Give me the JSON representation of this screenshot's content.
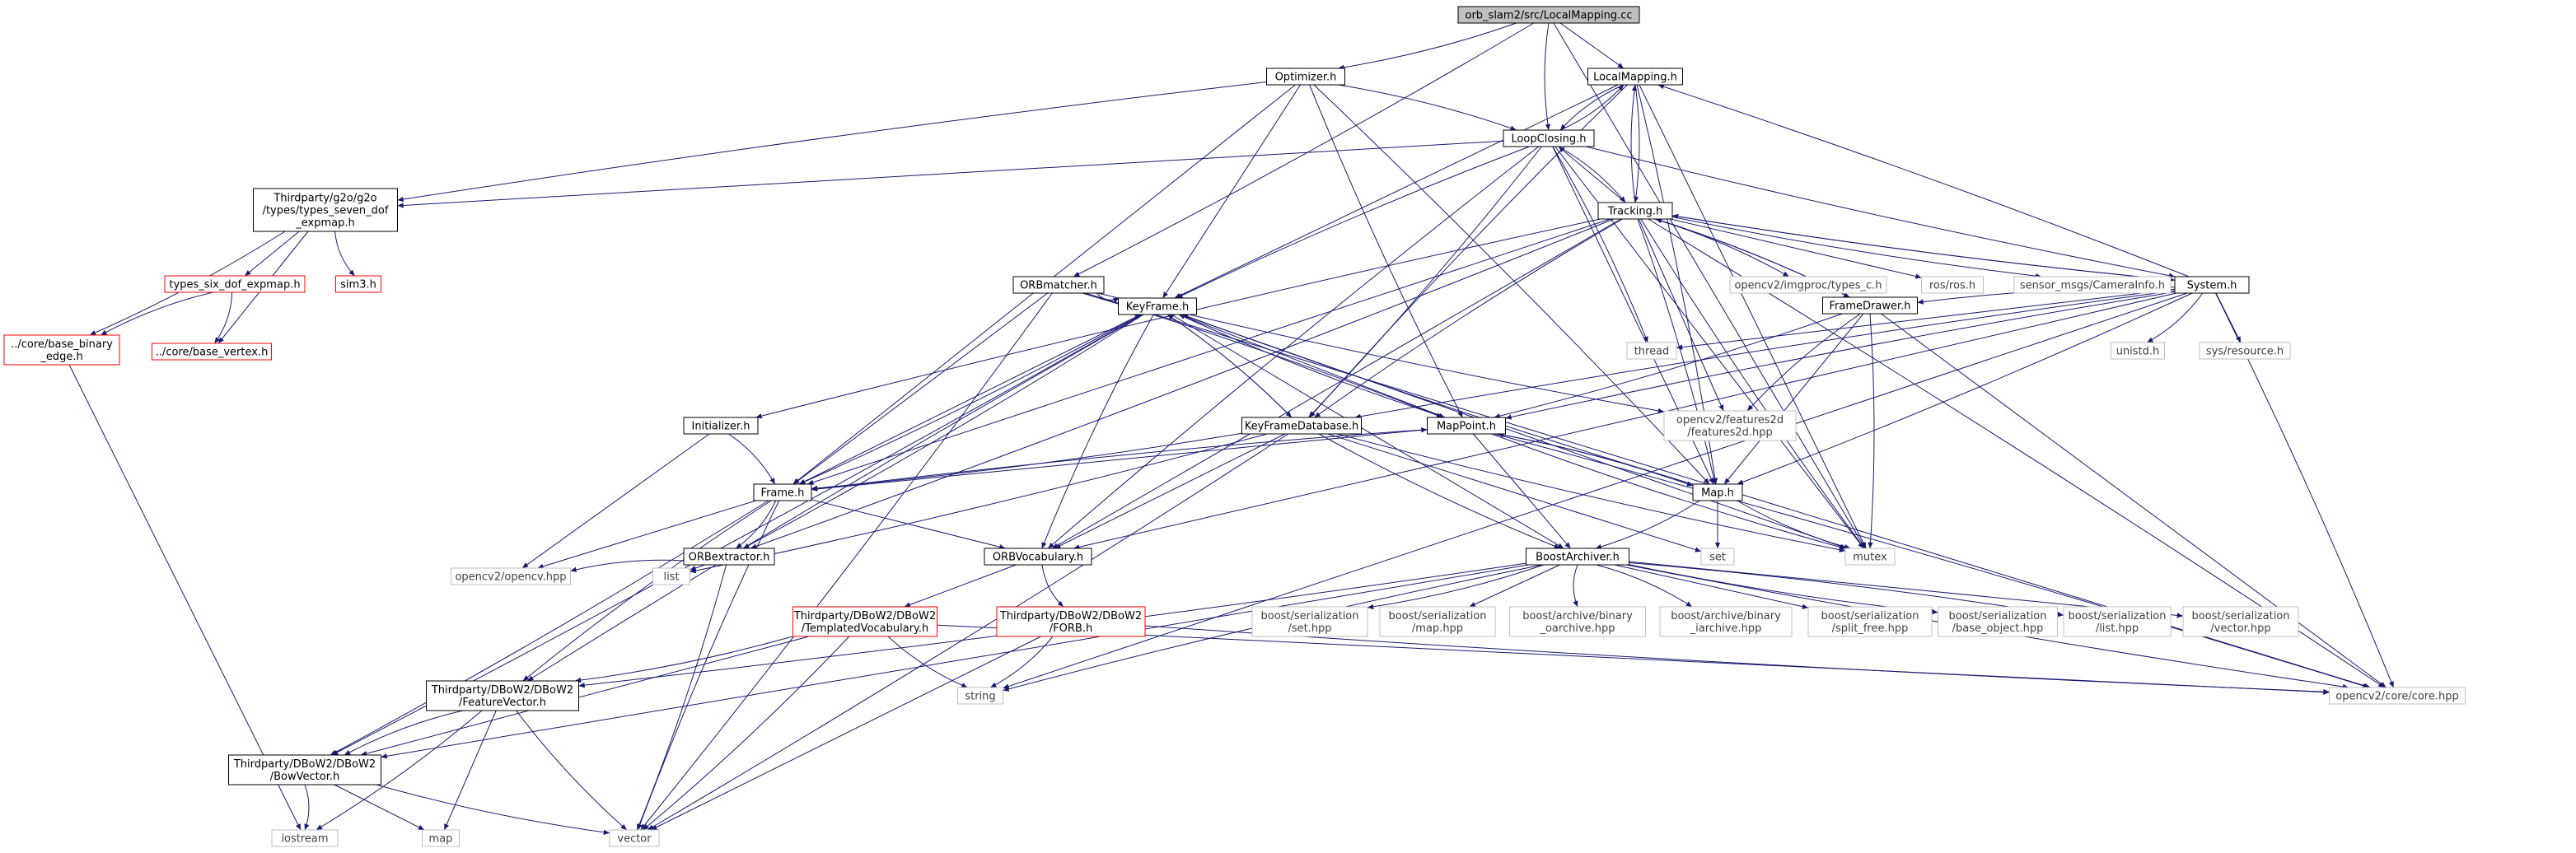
{
  "colors": {
    "root_fill": "#bfbfbf",
    "box_stroke": "#000000",
    "missing_stroke": "#ff0000",
    "system_stroke": "#bfbfbf",
    "system_text": "#404040",
    "edge": "#191970"
  },
  "nodes": {
    "root": {
      "lines": [
        "orb_slam2/src/LocalMapping.cc"
      ],
      "kind": "root"
    },
    "optimizer": {
      "lines": [
        "Optimizer.h"
      ],
      "kind": "local"
    },
    "localmapping": {
      "lines": [
        "LocalMapping.h"
      ],
      "kind": "local"
    },
    "loopclosing": {
      "lines": [
        "LoopClosing.h"
      ],
      "kind": "local"
    },
    "g2o": {
      "lines": [
        "Thirdparty/g2o/g2o",
        "/types/types_seven_dof",
        "_expmap.h"
      ],
      "kind": "local"
    },
    "tracking": {
      "lines": [
        "Tracking.h"
      ],
      "kind": "local"
    },
    "sixdof": {
      "lines": [
        "types_six_dof_expmap.h"
      ],
      "kind": "missing"
    },
    "sim3": {
      "lines": [
        "sim3.h"
      ],
      "kind": "missing"
    },
    "binedge": {
      "lines": [
        "../core/base_binary",
        "_edge.h"
      ],
      "kind": "missing"
    },
    "basevertex": {
      "lines": [
        "../core/base_vertex.h"
      ],
      "kind": "missing"
    },
    "orbmatcher": {
      "lines": [
        "ORBmatcher.h"
      ],
      "kind": "local"
    },
    "system": {
      "lines": [
        "System.h"
      ],
      "kind": "local"
    },
    "imgproc": {
      "lines": [
        "opencv2/imgproc/types_c.h"
      ],
      "kind": "system"
    },
    "rosh": {
      "lines": [
        "ros/ros.h"
      ],
      "kind": "system"
    },
    "caminfo": {
      "lines": [
        "sensor_msgs/CameraInfo.h"
      ],
      "kind": "system"
    },
    "thread": {
      "lines": [
        "thread"
      ],
      "kind": "system"
    },
    "framedrawer": {
      "lines": [
        "FrameDrawer.h"
      ],
      "kind": "local"
    },
    "unistd": {
      "lines": [
        "unistd.h"
      ],
      "kind": "system"
    },
    "resource": {
      "lines": [
        "sys/resource.h"
      ],
      "kind": "system"
    },
    "keyframe": {
      "lines": [
        "KeyFrame.h"
      ],
      "kind": "local"
    },
    "features2d": {
      "lines": [
        "opencv2/features2d",
        "/features2d.hpp"
      ],
      "kind": "system"
    },
    "initializer": {
      "lines": [
        "Initializer.h"
      ],
      "kind": "local"
    },
    "kfdb": {
      "lines": [
        "KeyFrameDatabase.h"
      ],
      "kind": "local"
    },
    "mappoint": {
      "lines": [
        "MapPoint.h"
      ],
      "kind": "local"
    },
    "frame": {
      "lines": [
        "Frame.h"
      ],
      "kind": "local"
    },
    "maph": {
      "lines": [
        "Map.h"
      ],
      "kind": "local"
    },
    "orbextractor": {
      "lines": [
        "ORBextractor.h"
      ],
      "kind": "local"
    },
    "orbvocab": {
      "lines": [
        "ORBVocabulary.h"
      ],
      "kind": "local"
    },
    "boostarch": {
      "lines": [
        "BoostArchiver.h"
      ],
      "kind": "local"
    },
    "set": {
      "lines": [
        "set"
      ],
      "kind": "system"
    },
    "mutex": {
      "lines": [
        "mutex"
      ],
      "kind": "system"
    },
    "opencvhpp": {
      "lines": [
        "opencv2/opencv.hpp"
      ],
      "kind": "system"
    },
    "list": {
      "lines": [
        "list"
      ],
      "kind": "system"
    },
    "templvocab": {
      "lines": [
        "Thirdparty/DBoW2/DBoW2",
        "/TemplatedVocabulary.h"
      ],
      "kind": "missing"
    },
    "forb": {
      "lines": [
        "Thirdparty/DBoW2/DBoW2",
        "/FORB.h"
      ],
      "kind": "missing"
    },
    "bs_set": {
      "lines": [
        "boost/serialization",
        "/set.hpp"
      ],
      "kind": "system"
    },
    "bs_map": {
      "lines": [
        "boost/serialization",
        "/map.hpp"
      ],
      "kind": "system"
    },
    "ba_bin_o": {
      "lines": [
        "boost/archive/binary",
        "_oarchive.hpp"
      ],
      "kind": "system"
    },
    "ba_bin_i": {
      "lines": [
        "boost/archive/binary",
        "_iarchive.hpp"
      ],
      "kind": "system"
    },
    "bs_split": {
      "lines": [
        "boost/serialization",
        "/split_free.hpp"
      ],
      "kind": "system"
    },
    "bs_base": {
      "lines": [
        "boost/serialization",
        "/base_object.hpp"
      ],
      "kind": "system"
    },
    "bs_list": {
      "lines": [
        "boost/serialization",
        "/list.hpp"
      ],
      "kind": "system"
    },
    "bs_vector": {
      "lines": [
        "boost/serialization",
        "/vector.hpp"
      ],
      "kind": "system"
    },
    "featvec": {
      "lines": [
        "Thirdparty/DBoW2/DBoW2",
        "/FeatureVector.h"
      ],
      "kind": "local"
    },
    "string": {
      "lines": [
        "string"
      ],
      "kind": "system"
    },
    "corehpp": {
      "lines": [
        "opencv2/core/core.hpp"
      ],
      "kind": "system"
    },
    "bowvec": {
      "lines": [
        "Thirdparty/DBoW2/DBoW2",
        "/BowVector.h"
      ],
      "kind": "local"
    },
    "iostream": {
      "lines": [
        "iostream"
      ],
      "kind": "system"
    },
    "map": {
      "lines": [
        "map"
      ],
      "kind": "system"
    },
    "vector": {
      "lines": [
        "vector"
      ],
      "kind": "system"
    }
  },
  "edges": [
    [
      "root",
      "optimizer"
    ],
    [
      "root",
      "localmapping"
    ],
    [
      "root",
      "loopclosing"
    ],
    [
      "root",
      "orbmatcher"
    ],
    [
      "root",
      "mutex"
    ],
    [
      "optimizer",
      "g2o"
    ],
    [
      "optimizer",
      "loopclosing"
    ],
    [
      "optimizer",
      "keyframe"
    ],
    [
      "optimizer",
      "mappoint"
    ],
    [
      "optimizer",
      "maph"
    ],
    [
      "optimizer",
      "frame"
    ],
    [
      "localmapping",
      "loopclosing"
    ],
    [
      "localmapping",
      "tracking"
    ],
    [
      "localmapping",
      "keyframe"
    ],
    [
      "localmapping",
      "kfdb"
    ],
    [
      "localmapping",
      "maph"
    ],
    [
      "localmapping",
      "mutex"
    ],
    [
      "loopclosing",
      "localmapping"
    ],
    [
      "loopclosing",
      "tracking"
    ],
    [
      "loopclosing",
      "g2o"
    ],
    [
      "loopclosing",
      "keyframe"
    ],
    [
      "loopclosing",
      "kfdb"
    ],
    [
      "loopclosing",
      "maph"
    ],
    [
      "loopclosing",
      "orbvocab"
    ],
    [
      "loopclosing",
      "thread"
    ],
    [
      "loopclosing",
      "mutex"
    ],
    [
      "loopclosing",
      "system"
    ],
    [
      "tracking",
      "localmapping"
    ],
    [
      "tracking",
      "loopclosing"
    ],
    [
      "tracking",
      "system"
    ],
    [
      "tracking",
      "imgproc"
    ],
    [
      "tracking",
      "rosh"
    ],
    [
      "tracking",
      "caminfo"
    ],
    [
      "tracking",
      "framedrawer"
    ],
    [
      "tracking",
      "frame"
    ],
    [
      "tracking",
      "initializer"
    ],
    [
      "tracking",
      "orbextractor"
    ],
    [
      "tracking",
      "orbvocab"
    ],
    [
      "tracking",
      "kfdb"
    ],
    [
      "tracking",
      "maph"
    ],
    [
      "tracking",
      "features2d"
    ],
    [
      "tracking",
      "mutex"
    ],
    [
      "tracking",
      "corehpp"
    ],
    [
      "g2o",
      "sixdof"
    ],
    [
      "g2o",
      "sim3"
    ],
    [
      "g2o",
      "binedge"
    ],
    [
      "g2o",
      "basevertex"
    ],
    [
      "sixdof",
      "binedge"
    ],
    [
      "sixdof",
      "basevertex"
    ],
    [
      "binedge",
      "iostream"
    ],
    [
      "system",
      "localmapping"
    ],
    [
      "system",
      "tracking"
    ],
    [
      "system",
      "thread"
    ],
    [
      "system",
      "framedrawer"
    ],
    [
      "system",
      "unistd"
    ],
    [
      "system",
      "resource"
    ],
    [
      "system",
      "kfdb"
    ],
    [
      "system",
      "maph"
    ],
    [
      "system",
      "orbvocab"
    ],
    [
      "system",
      "mappoint"
    ],
    [
      "system",
      "corehpp"
    ],
    [
      "system",
      "string"
    ],
    [
      "framedrawer",
      "tracking"
    ],
    [
      "framedrawer",
      "mappoint"
    ],
    [
      "framedrawer",
      "maph"
    ],
    [
      "framedrawer",
      "features2d"
    ],
    [
      "framedrawer",
      "mutex"
    ],
    [
      "framedrawer",
      "corehpp"
    ],
    [
      "orbmatcher",
      "keyframe"
    ],
    [
      "orbmatcher",
      "mappoint"
    ],
    [
      "orbmatcher",
      "frame"
    ],
    [
      "orbmatcher",
      "features2d"
    ],
    [
      "orbmatcher",
      "vector"
    ],
    [
      "orbmatcher",
      "corehpp"
    ],
    [
      "keyframe",
      "mappoint"
    ],
    [
      "keyframe",
      "kfdb"
    ],
    [
      "keyframe",
      "frame"
    ],
    [
      "keyframe",
      "orbvocab"
    ],
    [
      "keyframe",
      "orbextractor"
    ],
    [
      "keyframe",
      "boostarch"
    ],
    [
      "keyframe",
      "featvec"
    ],
    [
      "keyframe",
      "bowvec"
    ],
    [
      "keyframe",
      "mutex"
    ],
    [
      "kfdb",
      "keyframe"
    ],
    [
      "kfdb",
      "frame"
    ],
    [
      "kfdb",
      "orbvocab"
    ],
    [
      "kfdb",
      "boostarch"
    ],
    [
      "kfdb",
      "list"
    ],
    [
      "kfdb",
      "set"
    ],
    [
      "kfdb",
      "mutex"
    ],
    [
      "kfdb",
      "vector"
    ],
    [
      "mappoint",
      "keyframe"
    ],
    [
      "mappoint",
      "frame"
    ],
    [
      "mappoint",
      "maph"
    ],
    [
      "mappoint",
      "boostarch"
    ],
    [
      "mappoint",
      "mutex"
    ],
    [
      "mappoint",
      "corehpp"
    ],
    [
      "frame",
      "mappoint"
    ],
    [
      "frame",
      "keyframe"
    ],
    [
      "frame",
      "orbextractor"
    ],
    [
      "frame",
      "orbvocab"
    ],
    [
      "frame",
      "featvec"
    ],
    [
      "frame",
      "bowvec"
    ],
    [
      "frame",
      "opencvhpp"
    ],
    [
      "frame",
      "vector"
    ],
    [
      "initializer",
      "frame"
    ],
    [
      "initializer",
      "opencvhpp"
    ],
    [
      "maph",
      "mappoint"
    ],
    [
      "maph",
      "keyframe"
    ],
    [
      "maph",
      "set"
    ],
    [
      "maph",
      "mutex"
    ],
    [
      "maph",
      "boostarch"
    ],
    [
      "orbextractor",
      "list"
    ],
    [
      "orbextractor",
      "opencvhpp"
    ],
    [
      "orbextractor",
      "vector"
    ],
    [
      "orbvocab",
      "templvocab"
    ],
    [
      "orbvocab",
      "forb"
    ],
    [
      "boostarch",
      "bs_set"
    ],
    [
      "boostarch",
      "bs_map"
    ],
    [
      "boostarch",
      "ba_bin_o"
    ],
    [
      "boostarch",
      "ba_bin_i"
    ],
    [
      "boostarch",
      "bs_split"
    ],
    [
      "boostarch",
      "bs_base"
    ],
    [
      "boostarch",
      "bs_list"
    ],
    [
      "boostarch",
      "bs_vector"
    ],
    [
      "boostarch",
      "corehpp"
    ],
    [
      "boostarch",
      "featvec"
    ],
    [
      "boostarch",
      "bowvec"
    ],
    [
      "boostarch",
      "string"
    ],
    [
      "templvocab",
      "featvec"
    ],
    [
      "templvocab",
      "bowvec"
    ],
    [
      "templvocab",
      "string"
    ],
    [
      "templvocab",
      "vector"
    ],
    [
      "templvocab",
      "corehpp"
    ],
    [
      "forb",
      "corehpp"
    ],
    [
      "forb",
      "string"
    ],
    [
      "forb",
      "vector"
    ],
    [
      "featvec",
      "bowvec"
    ],
    [
      "featvec",
      "iostream"
    ],
    [
      "featvec",
      "map"
    ],
    [
      "featvec",
      "vector"
    ],
    [
      "bowvec",
      "iostream"
    ],
    [
      "bowvec",
      "map"
    ],
    [
      "bowvec",
      "vector"
    ]
  ]
}
